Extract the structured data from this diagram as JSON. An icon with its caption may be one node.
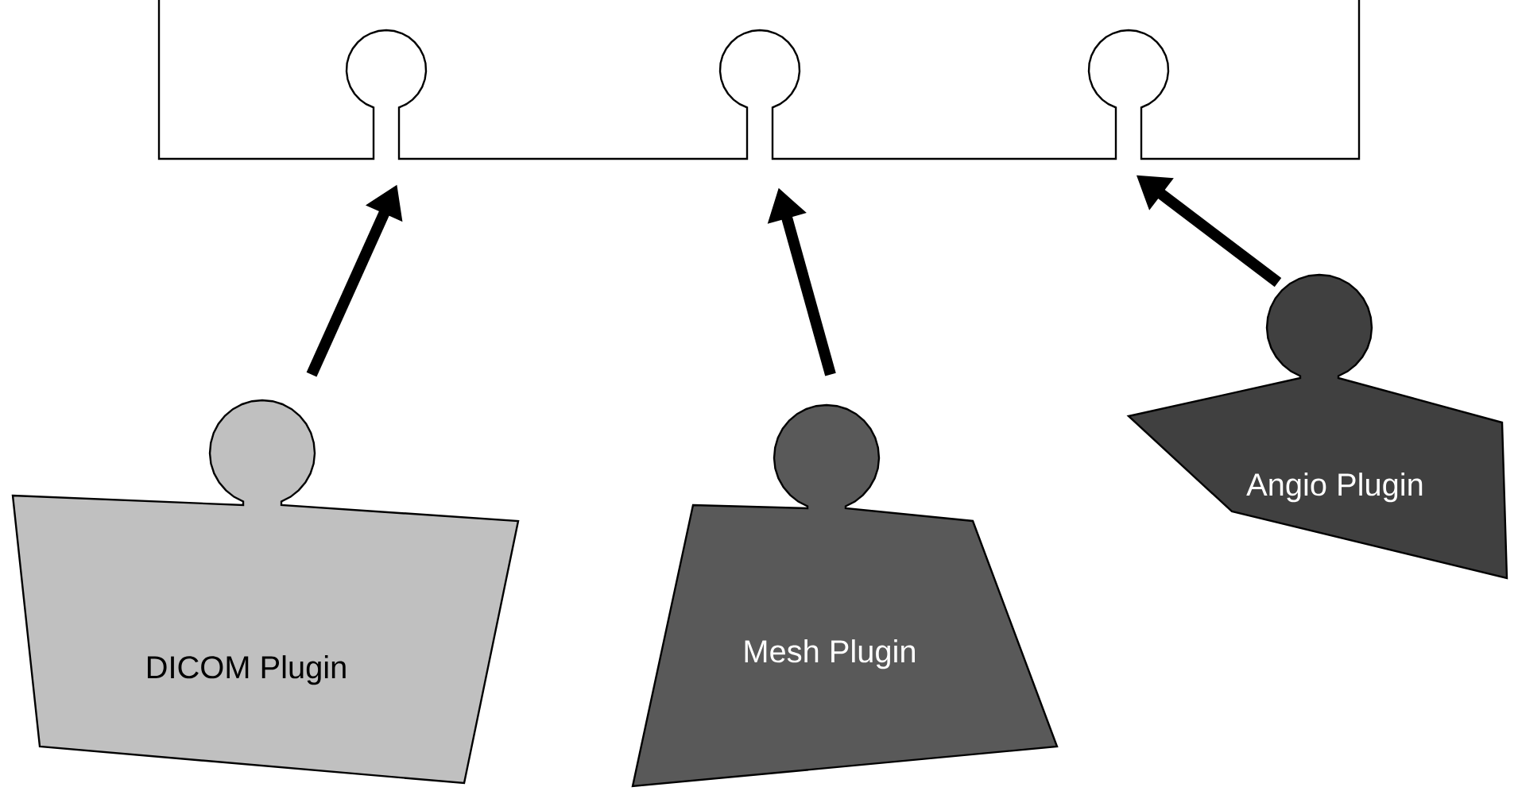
{
  "diagram": {
    "nodes": [
      {
        "text": [],
        "shape": "box"
      },
      {
        "text": [
          "DICOM Plugin"
        ]
      },
      {
        "text": [
          "Mesh Plugin"
        ]
      },
      {
        "text": [
          "Angio Plugin"
        ]
      }
    ],
    "edges": [
      {
        "from": 1,
        "to": 0,
        "arrow": "to"
      },
      {
        "from": 2,
        "to": 0,
        "arrow": "to"
      },
      {
        "from": 3,
        "to": 0,
        "arrow": "to"
      }
    ]
  }
}
